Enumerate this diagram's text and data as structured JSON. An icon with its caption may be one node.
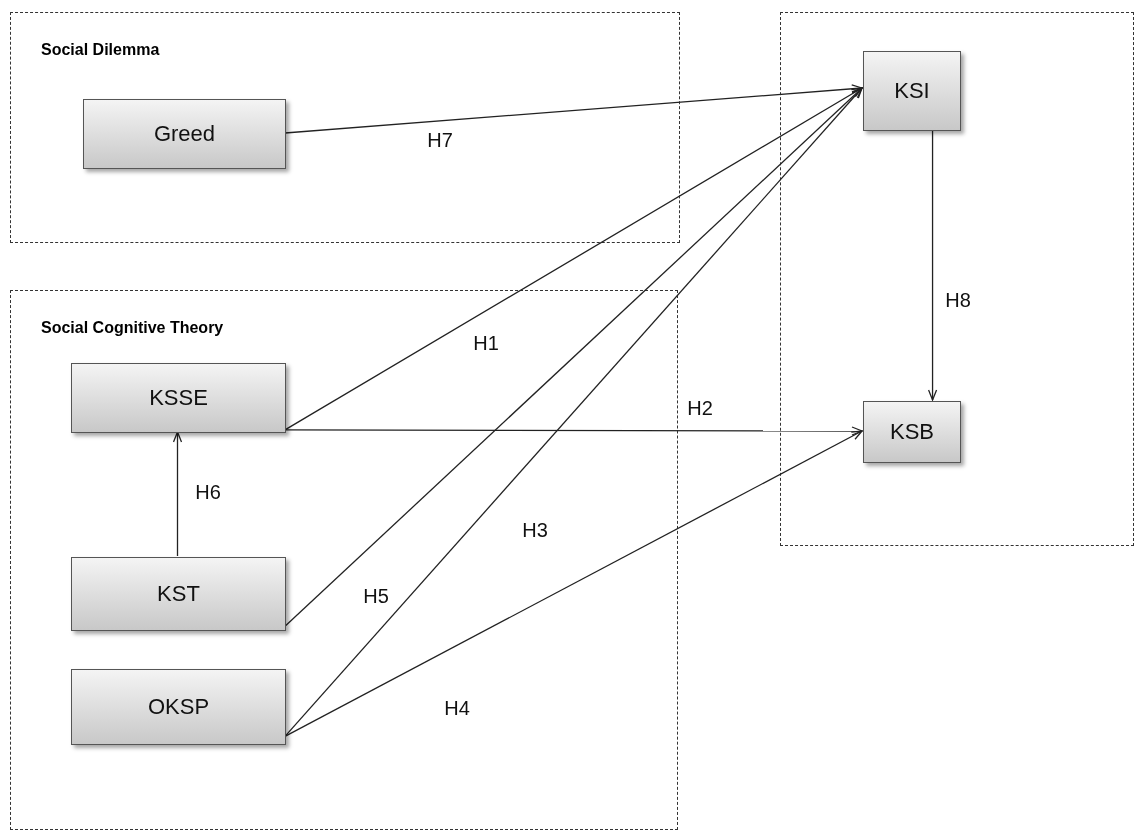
{
  "diagram": {
    "nodes": [
      {
        "text": [
          "Social Dilemma"
        ]
      },
      {
        "text": [
          "Greed"
        ],
        "in": 0
      },
      {
        "text": [
          "Social Cognitive Theory"
        ]
      },
      {
        "text": [
          "KSSE"
        ],
        "in": 2
      },
      {
        "text": [
          "KST"
        ],
        "in": 2
      },
      {
        "text": [
          "OKSP"
        ],
        "in": 2
      },
      {
        "text": [],
        "shape": "box"
      },
      {
        "text": [
          "KSI"
        ],
        "in": 6
      },
      {
        "text": [
          "KSB"
        ],
        "in": 6
      }
    ],
    "edges": [
      {
        "from": 1,
        "to": 7,
        "arrow": "to",
        "label": "H7"
      },
      {
        "from": 3,
        "to": 7,
        "arrow": "to",
        "label": "H1"
      },
      {
        "from": 3,
        "to": 8,
        "arrow": "to",
        "label": "H2"
      },
      {
        "from": 5,
        "to": 7,
        "arrow": "to",
        "label": "H3"
      },
      {
        "from": 5,
        "to": 8,
        "arrow": "to",
        "label": "H4"
      },
      {
        "from": 4,
        "to": 7,
        "arrow": "to",
        "label": "H5"
      },
      {
        "from": 4,
        "to": 3,
        "arrow": "to",
        "label": "H6"
      },
      {
        "from": 7,
        "to": 8,
        "arrow": "to",
        "label": "H8"
      }
    ]
  }
}
